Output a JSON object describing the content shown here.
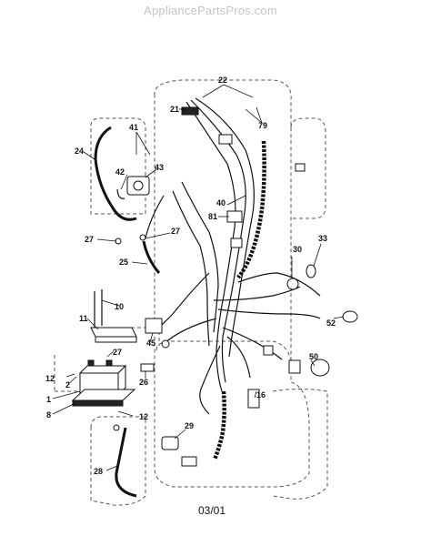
{
  "watermark": "AppliancePartsPros.com",
  "footer_code": "03/01",
  "callouts": {
    "c1": "1",
    "c2": "2",
    "c8": "8",
    "c10": "10",
    "c11": "11",
    "c12a": "12",
    "c12b": "12",
    "c16": "16",
    "c21": "21",
    "c22": "22",
    "c24": "24",
    "c25": "25",
    "c26": "26",
    "c27a": "27",
    "c27b": "27",
    "c27c": "27",
    "c28": "28",
    "c29": "29",
    "c30": "30",
    "c33": "33",
    "c40": "40",
    "c41": "41",
    "c42": "42",
    "c43": "43",
    "c45": "45",
    "c50": "50",
    "c52": "52",
    "c79": "79",
    "c81": "81"
  }
}
